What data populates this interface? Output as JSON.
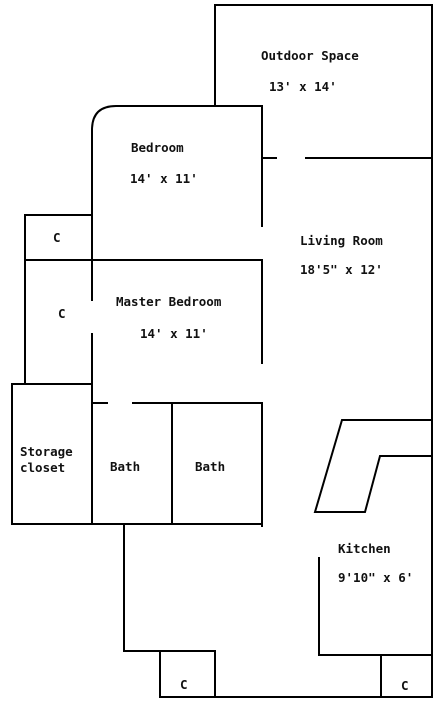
{
  "floor_plan": {
    "rooms": [
      {
        "id": "outdoor",
        "name": "Outdoor Space",
        "size": "13' x 14'"
      },
      {
        "id": "bedroom",
        "name": "Bedroom",
        "size": "14' x 11'"
      },
      {
        "id": "living",
        "name": "Living Room",
        "size": "18'5\" x 12'"
      },
      {
        "id": "master",
        "name": "Master Bedroom",
        "size": "14' x 11'"
      },
      {
        "id": "storage",
        "name_line1": "Storage",
        "name_line2": "closet"
      },
      {
        "id": "bath1",
        "name": "Bath"
      },
      {
        "id": "bath2",
        "name": "Bath"
      },
      {
        "id": "kitchen",
        "name": "Kitchen",
        "size": "9'10\" x 6'"
      }
    ],
    "closets": [
      {
        "id": "closet-upper-left",
        "label": "C"
      },
      {
        "id": "closet-mid-left",
        "label": "C"
      },
      {
        "id": "closet-bottom-center",
        "label": "C"
      },
      {
        "id": "closet-bottom-right",
        "label": "C"
      }
    ]
  }
}
